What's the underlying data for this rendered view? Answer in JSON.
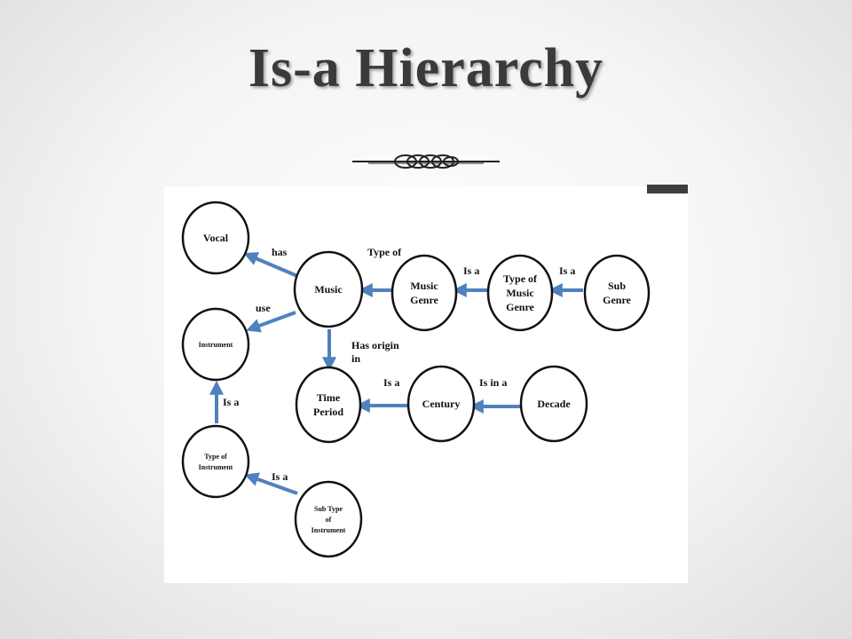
{
  "slide": {
    "title": "Is-a Hierarchy"
  },
  "diagram": {
    "nodes": {
      "vocal": [
        "Vocal"
      ],
      "music": [
        "Music"
      ],
      "music_genre": [
        "Music",
        "Genre"
      ],
      "type_of_music_genre": [
        "Type of",
        "Music",
        "Genre"
      ],
      "sub_genre": [
        "Sub",
        "Genre"
      ],
      "instrument": [
        "Instrument"
      ],
      "time_period": [
        "Time",
        "Period"
      ],
      "century": [
        "Century"
      ],
      "decade": [
        "Decade"
      ],
      "type_of_instrument": [
        "Type of",
        "Instrument"
      ],
      "sub_type_of_instrument": [
        "Sub Type",
        "of",
        "Instrument"
      ]
    },
    "edges": {
      "has": [
        "has"
      ],
      "type_of": [
        "Type of"
      ],
      "is_a_genre": [
        "Is a"
      ],
      "is_a_subgenre": [
        "Is a"
      ],
      "use": [
        "use"
      ],
      "has_origin_in": [
        "Has origin",
        "in"
      ],
      "is_a_century": [
        "Is a"
      ],
      "is_in_a": [
        "Is in a"
      ],
      "is_a_instrument": [
        "Is a"
      ],
      "is_a_subtype": [
        "Is a"
      ]
    },
    "colors": {
      "arrow": "#4f81bd",
      "node_stroke": "#111111",
      "panel": "#ffffff"
    }
  }
}
